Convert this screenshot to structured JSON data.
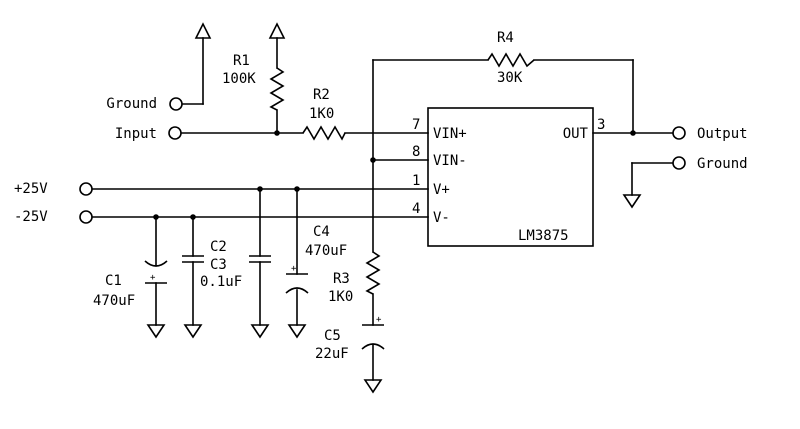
{
  "terminals": {
    "ground_in": "Ground",
    "input": "Input",
    "pos_supply": "+25V",
    "neg_supply": "-25V",
    "output": "Output",
    "ground_out": "Ground"
  },
  "components": {
    "r1": {
      "ref": "R1",
      "value": "100K"
    },
    "r2": {
      "ref": "R2",
      "value": "1K0"
    },
    "r3": {
      "ref": "R3",
      "value": "1K0"
    },
    "r4": {
      "ref": "R4",
      "value": "30K"
    },
    "c1": {
      "ref": "C1",
      "value": "470uF"
    },
    "c2": {
      "ref": "C2"
    },
    "c3": {
      "ref": "C3",
      "value": "0.1uF"
    },
    "c4": {
      "ref": "C4",
      "value": "470uF"
    },
    "c5": {
      "ref": "C5",
      "value": "22uF"
    }
  },
  "ic": {
    "name": "LM3875",
    "pins": {
      "vin_plus": {
        "num": "7",
        "label": "VIN+"
      },
      "vin_minus": {
        "num": "8",
        "label": "VIN-"
      },
      "v_plus": {
        "num": "1",
        "label": "V+"
      },
      "v_minus": {
        "num": "4",
        "label": "V-"
      },
      "out": {
        "num": "3",
        "label": "OUT"
      }
    }
  },
  "polarity_mark": "+"
}
